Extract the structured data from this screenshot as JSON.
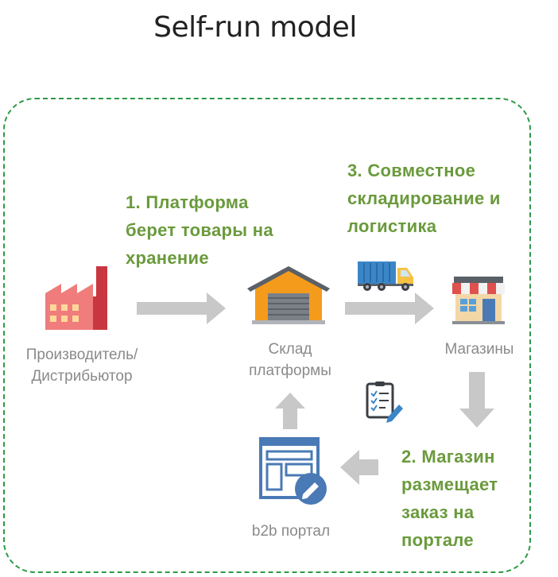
{
  "title": "Self-run model",
  "nodes": {
    "manufacturer": {
      "label": "Производитель/\nДистрибьютор",
      "icon": "factory-icon"
    },
    "warehouse": {
      "label": "Склад\nплатформы",
      "icon": "warehouse-icon"
    },
    "stores": {
      "label": "Магазины",
      "icon": "store-icon"
    },
    "portal": {
      "label": "b2b портал",
      "icon": "b2b-portal-icon"
    }
  },
  "steps": {
    "step1": "1. Платформа\nберет товары на\nхранение",
    "step2": "2. Магазин\nразмещает\nзаказ на\nпортале",
    "step3": "3. Совместное\nскладирование и\nлогистика"
  },
  "colors": {
    "frame": "#2e9a46",
    "step_text": "#6a9a3c",
    "label_text": "#8a8a8a",
    "arrow": "#c8c8c8",
    "factory": "#f07c7c",
    "warehouse_roof": "#f59b1c",
    "truck": "#3a86c8",
    "portal": "#4a7ab5"
  }
}
